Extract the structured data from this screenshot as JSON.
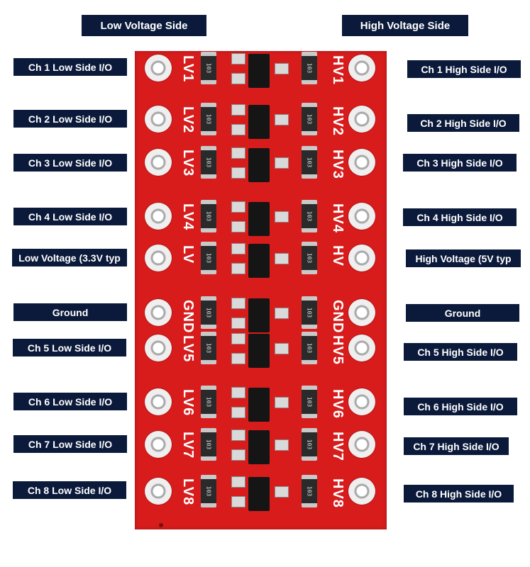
{
  "headers": {
    "low": "Low Voltage Side",
    "high": "High Voltage Side"
  },
  "left_labels": [
    "Ch 1 Low Side I/O",
    "Ch 2 Low Side I/O",
    "Ch 3 Low Side I/O",
    "Ch 4 Low Side I/O",
    "Low Voltage (3.3V typ",
    "Ground",
    "Ch 5 Low Side I/O",
    "Ch 6 Low Side I/O",
    "Ch 7 Low Side I/O",
    "Ch 8 Low Side I/O"
  ],
  "right_labels": [
    "Ch 1 High Side I/O",
    "Ch 2 High Side I/O",
    "Ch 3 High Side I/O",
    "Ch 4 High Side I/O",
    "High Voltage (5V typ",
    "Ground",
    "Ch 5 High Side I/O",
    "Ch 6 High Side I/O",
    "Ch 7 High Side I/O",
    "Ch 8 High Side I/O"
  ],
  "board": {
    "left_pins": [
      "LV1",
      "LV2",
      "LV3",
      "LV4",
      "LV",
      "GND",
      "LV5",
      "LV6",
      "LV7",
      "LV8"
    ],
    "right_pins": [
      "HV1",
      "HV2",
      "HV3",
      "HV4",
      "HV",
      "GND",
      "HV5",
      "HV6",
      "HV7",
      "HV8"
    ],
    "resistor_code": "103",
    "colors": {
      "pcb": "#d81c1c",
      "label_bg": "#0b1a3a"
    }
  }
}
